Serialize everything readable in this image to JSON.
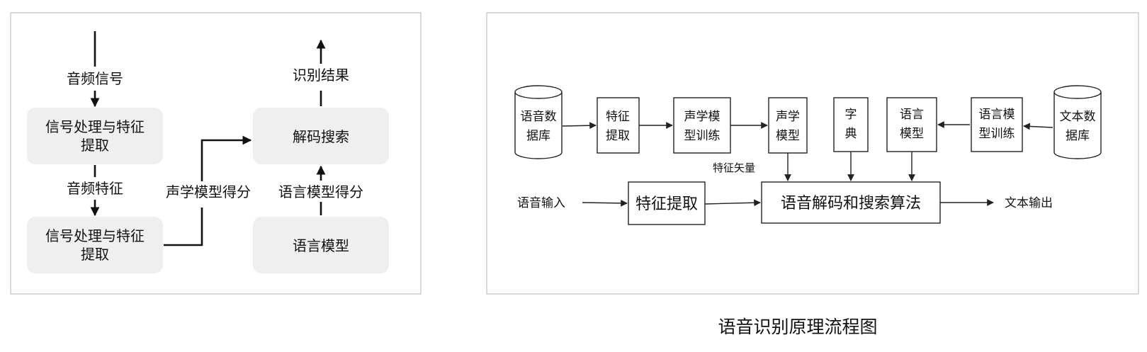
{
  "left_diagram": {
    "audio_signal": "音频信号",
    "box_signal_1": [
      "信号处理与特征",
      "提取"
    ],
    "audio_feature": "音频特征",
    "box_signal_2": [
      "信号处理与特征",
      "提取"
    ],
    "acoustic_score": "声学模型得分",
    "result": "识别结果",
    "decode_search": "解码搜索",
    "lm_score": "语言模型得分",
    "language_model": "语言模型"
  },
  "right_diagram": {
    "speech_db": [
      "语音数",
      "据库"
    ],
    "feature_extract_small": [
      "特征",
      "提取"
    ],
    "acoustic_training": [
      "声学模",
      "型训练"
    ],
    "acoustic_model": [
      "声学",
      "模型"
    ],
    "dictionary": [
      "字",
      "典"
    ],
    "language_model": [
      "语言",
      "模型"
    ],
    "lm_training": [
      "语言模",
      "型训练"
    ],
    "text_db": [
      "文本数",
      "据库"
    ],
    "feature_vector": "特征矢量",
    "speech_input": "语音输入",
    "feature_extract": "特征提取",
    "decode_algorithm": "语音解码和搜索算法",
    "text_output": "文本输出"
  },
  "caption": "语音识别原理流程图"
}
